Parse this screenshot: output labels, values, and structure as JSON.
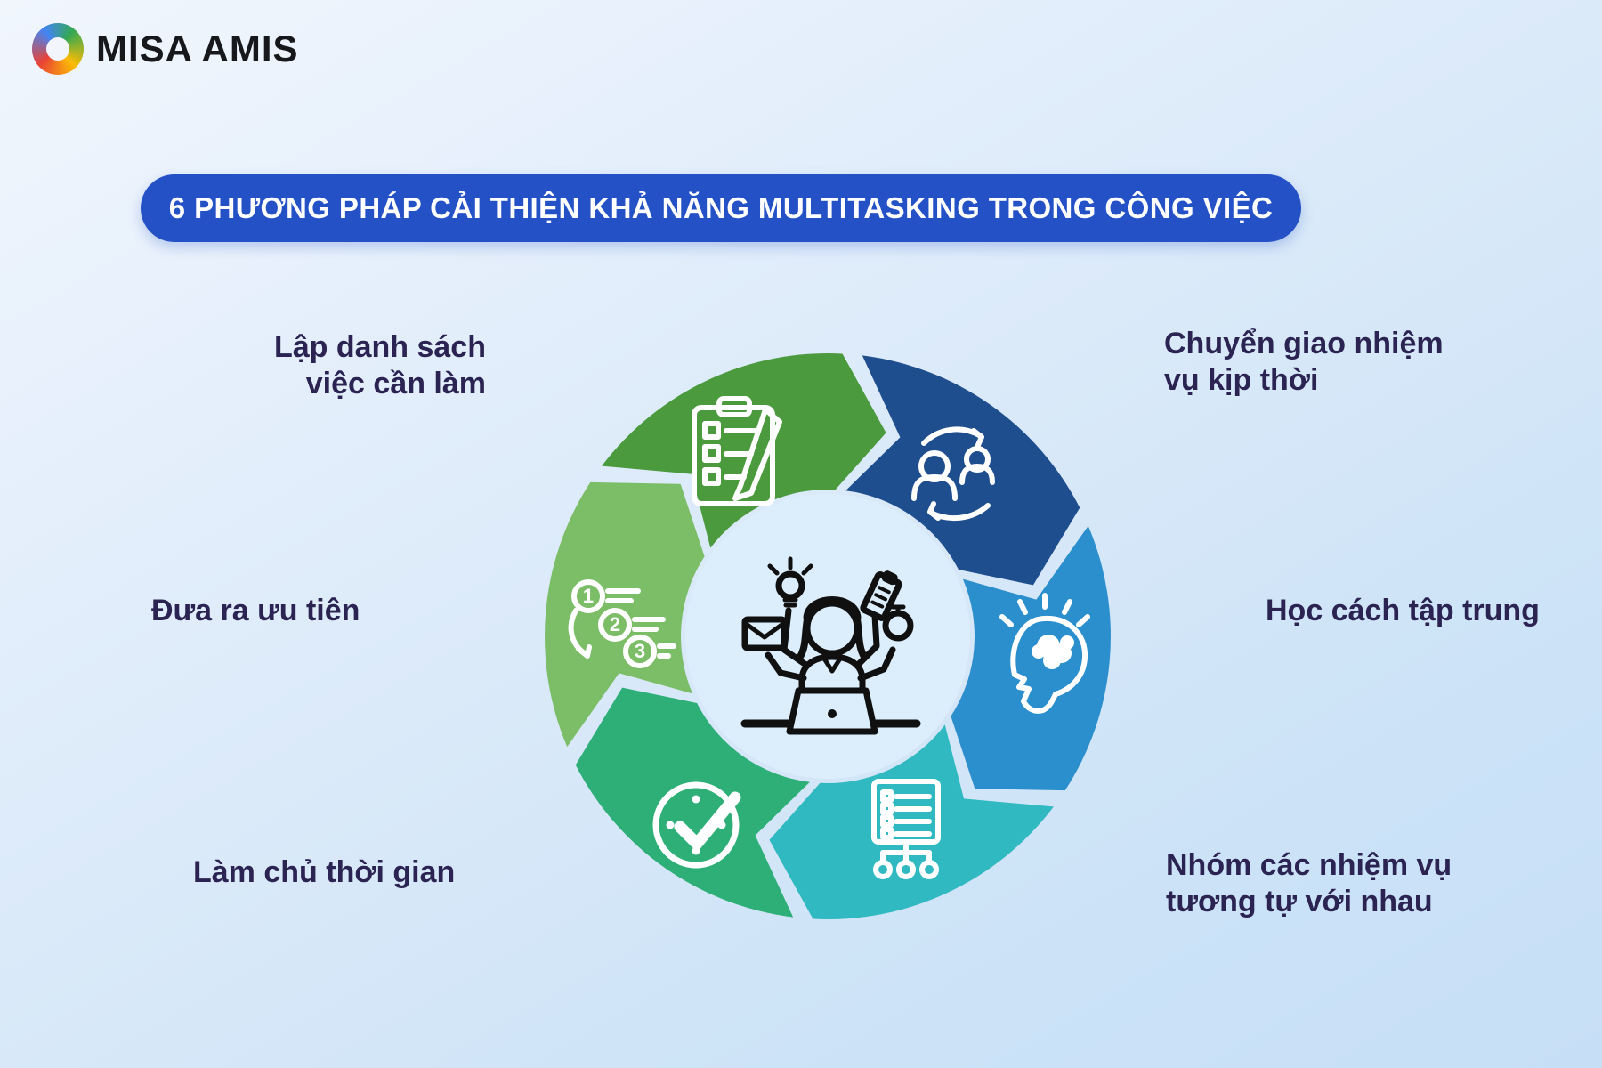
{
  "logo": {
    "brand": "MISA AMIS"
  },
  "banner": {
    "title": "6 PHƯƠNG PHÁP CẢI THIỆN KHẢ NĂNG MULTITASKING TRONG CÔNG VIỆC",
    "bg_color": "#2452c6",
    "text_color": "#ffffff"
  },
  "colors": {
    "background_top": "#f1f6fd",
    "background_bottom": "#c7dff6",
    "label_text": "#2b2452",
    "inner_disc": "#dcedfb",
    "center_icon_stroke": "#101010",
    "segment_icon_stroke": "#ffffff"
  },
  "diagram": {
    "type": "circular-cycle",
    "center_icon": "multitasking-person-at-laptop",
    "priority_numbers": [
      "1",
      "2",
      "3"
    ],
    "segments": [
      {
        "id": "todo-list",
        "position": "top-left",
        "color": "#4c9a3e",
        "icon": "checklist-pencil-icon",
        "label": "Lập danh sách việc cần làm",
        "label_lines": [
          "Lập danh sách",
          "việc cần làm"
        ]
      },
      {
        "id": "delegate",
        "position": "top-right",
        "color": "#1f4e8e",
        "icon": "delegate-people-icon",
        "label": "Chuyển giao nhiệm vụ kịp thời",
        "label_lines": [
          "Chuyển giao nhiệm",
          "vụ kịp thời"
        ]
      },
      {
        "id": "focus",
        "position": "right",
        "color": "#2b8ecd",
        "icon": "brain-head-icon",
        "label": "Học cách tập trung",
        "label_lines": [
          "Học cách tập trung"
        ]
      },
      {
        "id": "group-tasks",
        "position": "bottom-right",
        "color": "#31b9c1",
        "icon": "group-tasks-icon",
        "label": "Nhóm các nhiệm vụ tương tự với nhau",
        "label_lines": [
          "Nhóm các nhiệm vụ",
          "tương tự với nhau"
        ]
      },
      {
        "id": "master-time",
        "position": "bottom-left",
        "color": "#2daf77",
        "icon": "clock-check-icon",
        "label": "Làm chủ thời gian",
        "label_lines": [
          "Làm chủ thời gian"
        ]
      },
      {
        "id": "prioritize",
        "position": "left",
        "color": "#7cbd68",
        "icon": "priority-123-icon",
        "label": "Đưa ra ưu tiên",
        "label_lines": [
          "Đưa ra ưu tiên"
        ]
      }
    ]
  }
}
